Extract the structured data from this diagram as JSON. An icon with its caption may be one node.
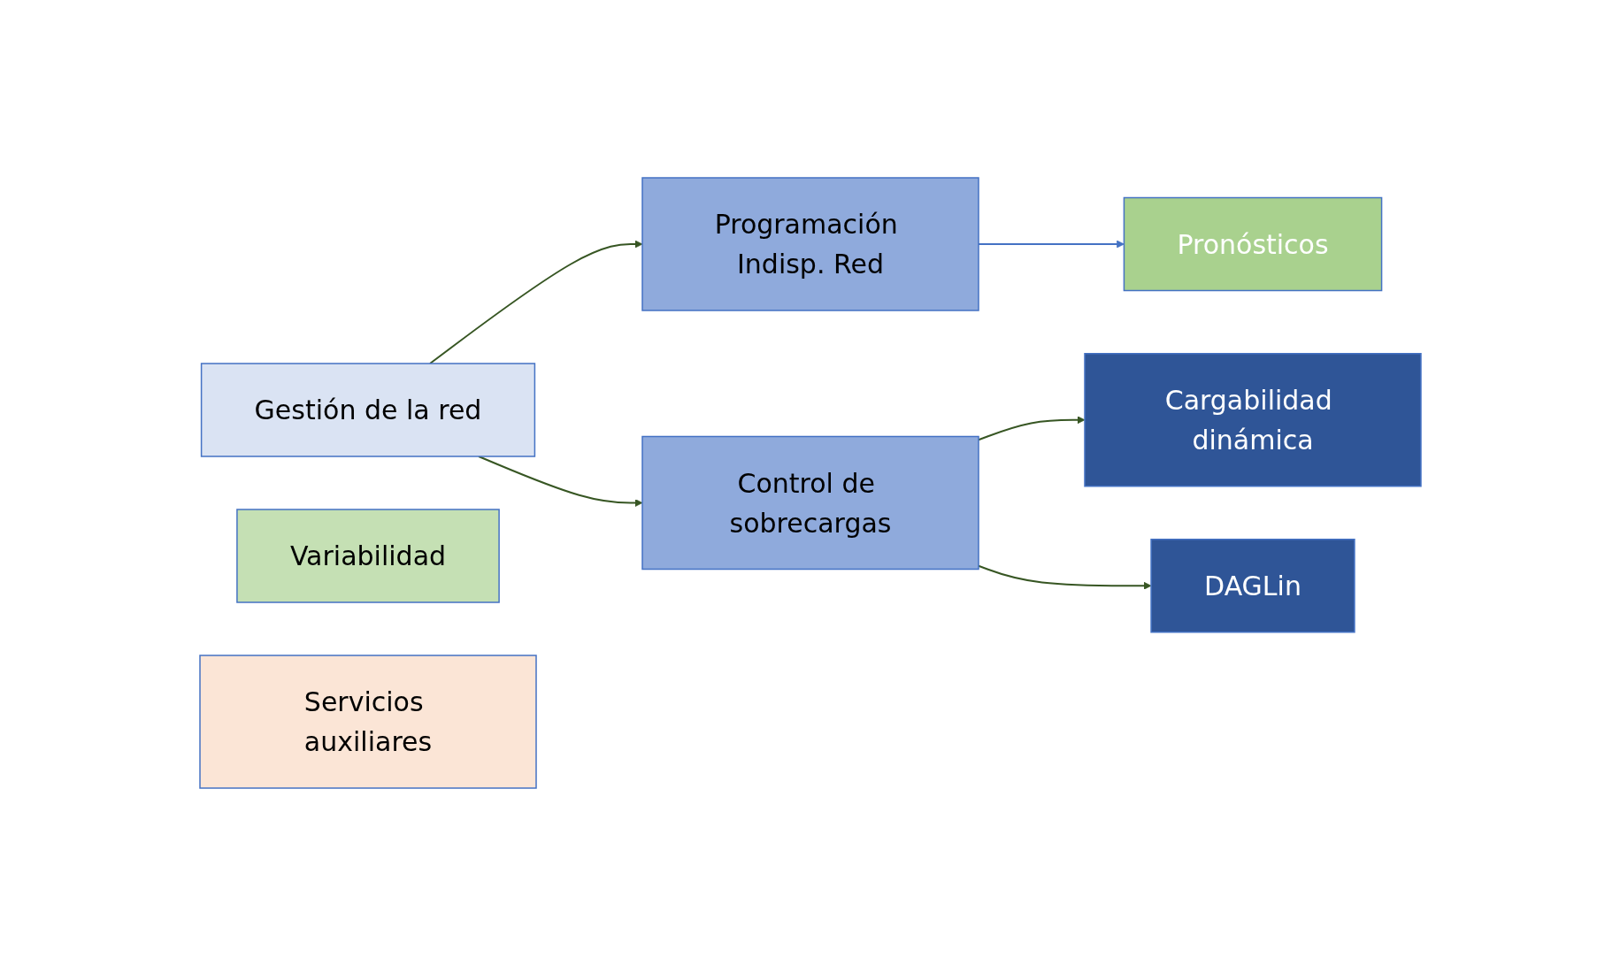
{
  "diagram": {
    "nodes": [
      {
        "text": [
          "Variabilidad"
        ]
      },
      {
        "text": [
          "Servicios auxiliares"
        ]
      },
      {
        "text": [
          "Gestión de la red"
        ]
      },
      {
        "text": [
          "Programación Indisp. Red"
        ]
      },
      {
        "text": [
          "Control de sobrecargas"
        ]
      },
      {
        "text": [
          "Pronósticos"
        ]
      },
      {
        "text": [
          "Cargabilidad dinámica"
        ]
      },
      {
        "text": [
          "DAGLin"
        ]
      }
    ],
    "edges": [
      {
        "from": 2,
        "to": 3,
        "arrow": "to"
      },
      {
        "from": 2,
        "to": 4,
        "arrow": "to"
      },
      {
        "from": 3,
        "to": 5,
        "arrow": "to",
        "color": "#4472c4"
      },
      {
        "from": 4,
        "to": 6,
        "arrow": "to"
      },
      {
        "from": 4,
        "to": 7,
        "arrow": "to"
      }
    ]
  }
}
